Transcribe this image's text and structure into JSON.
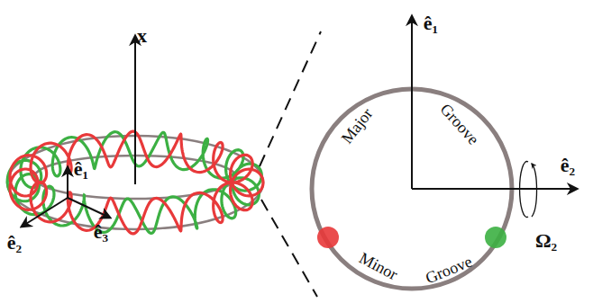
{
  "diagram": {
    "labels": [
      "x⃗",
      "ê₁",
      "ê₂",
      "ê₃",
      "ê₁",
      "ê₂",
      "Major",
      "Groove",
      "Minor",
      "Groove",
      "Ω₂"
    ]
  }
}
